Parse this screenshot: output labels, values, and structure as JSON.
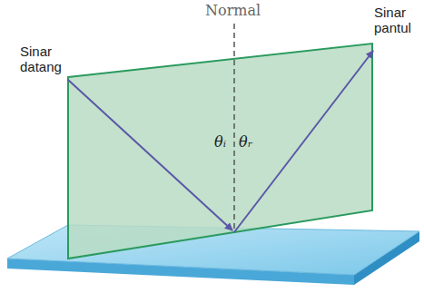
{
  "diagram": {
    "labels": [
      "Sinar datang",
      "Normal",
      "Sinar pantul",
      "θᵢ",
      "θᵣ"
    ]
  }
}
